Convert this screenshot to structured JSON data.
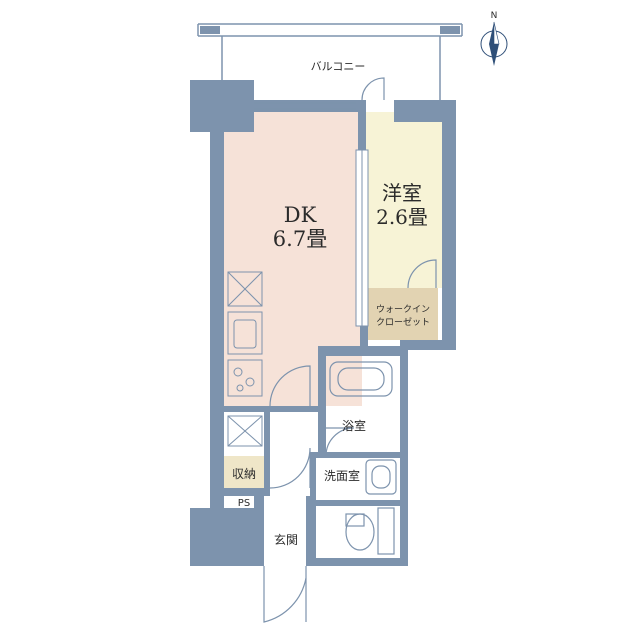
{
  "colors": {
    "wall": "#7d93ad",
    "dk_floor": "#f6e2d8",
    "bedroom_floor": "#f7f3d6",
    "closet_floor": "#e2d3b2",
    "storage_floor": "#efe6c8",
    "compass": "#2f4f78",
    "line": "#5b6f8a"
  },
  "compass": {
    "north": "N"
  },
  "rooms": {
    "balcony": "バルコニー",
    "dk_name": "DK",
    "dk_size": "6.7畳",
    "bedroom_name": "洋室",
    "bedroom_size": "2.6畳",
    "walk_in_closet_line1": "ウォークイン",
    "walk_in_closet_line2": "クローゼット",
    "bath": "浴室",
    "washroom": "洗面室",
    "storage": "収納",
    "ps": "PS",
    "entrance": "玄関"
  }
}
